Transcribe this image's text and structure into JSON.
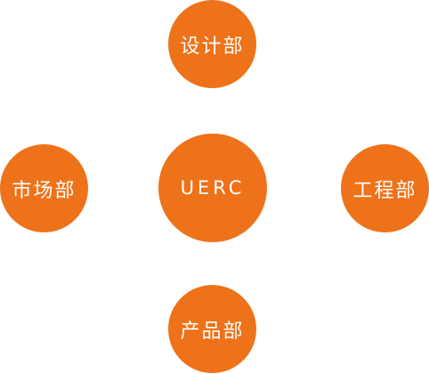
{
  "colors": {
    "node_fill": "#EE7219",
    "text": "#FFFFFF",
    "background": "#FFFFFF"
  },
  "diagram": {
    "center": {
      "label": "UERC"
    },
    "nodes": {
      "top": {
        "label": "设计部"
      },
      "left": {
        "label": "市场部"
      },
      "right": {
        "label": "工程部"
      },
      "bottom": {
        "label": "产品部"
      }
    }
  }
}
